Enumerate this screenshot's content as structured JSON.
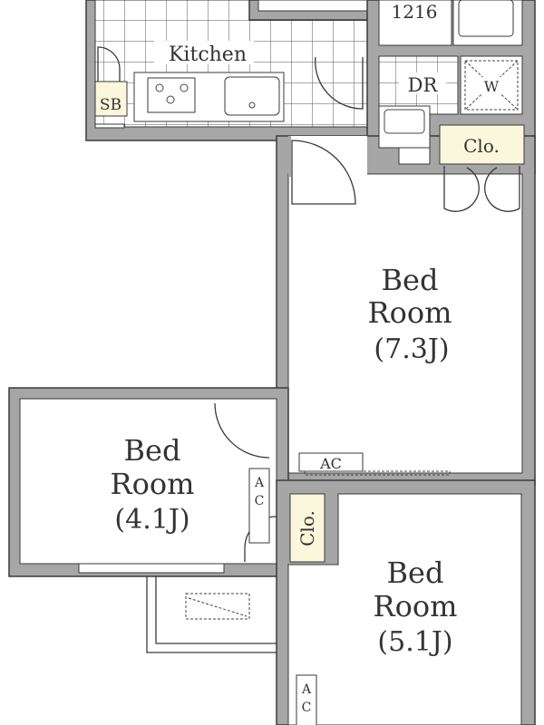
{
  "floorplan": {
    "rooms": {
      "kitchen": "Kitchen",
      "shoebox": "SB",
      "bath_size": "1216",
      "dressing_room": "DR",
      "washer": "W",
      "closet_top": "Clo.",
      "bedroom_main": {
        "line1": "Bed",
        "line2": "Room",
        "size": "(7.3J)"
      },
      "bedroom_left": {
        "line1": "Bed",
        "line2": "Room",
        "size": "(4.1J)"
      },
      "bedroom_bottom": {
        "line1": "Bed",
        "line2": "Room",
        "size": "(5.1J)"
      },
      "closet_middle": "Clo.",
      "ac_main": "AC",
      "ac_left": {
        "a": "A",
        "c": "C"
      },
      "ac_bottom": {
        "a": "A",
        "c": "C"
      }
    },
    "colors": {
      "wall": "#a6a6a6",
      "closet": "#fbf7dc",
      "line": "#3a3a3a"
    }
  }
}
